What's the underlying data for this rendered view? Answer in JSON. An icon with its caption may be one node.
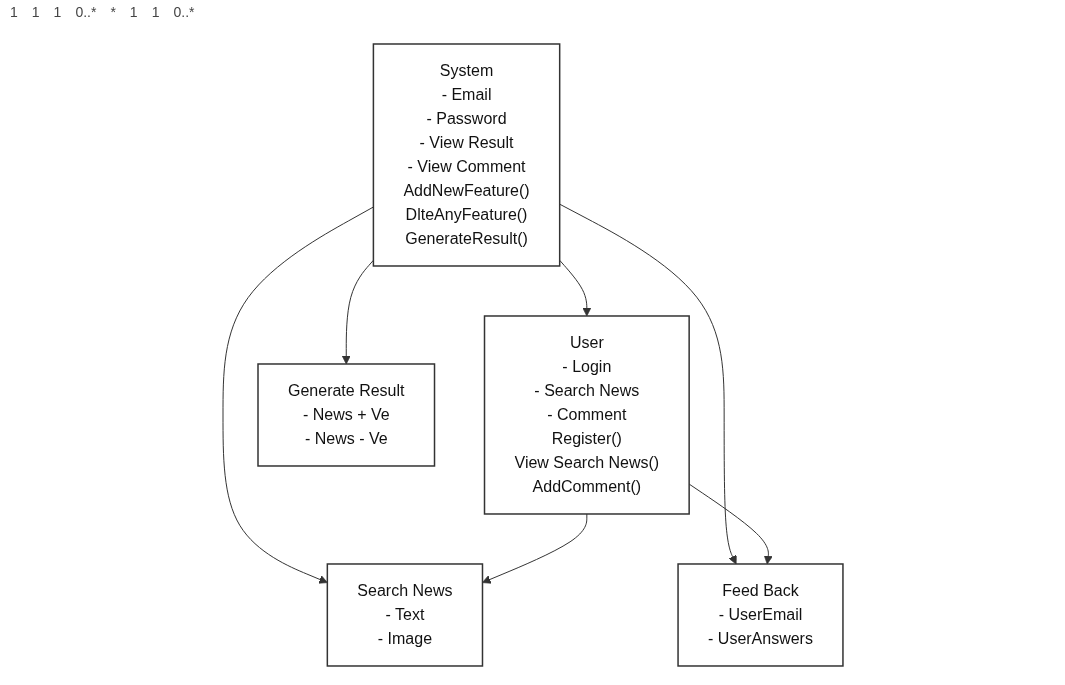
{
  "diagram": {
    "nodes": [
      {
        "text": [
          "System",
          "- Email",
          "- Password",
          "- View Result",
          "- View Comment",
          "AddNewFeature()",
          "DlteAnyFeature()",
          "GenerateResult()"
        ]
      },
      {
        "text": [
          "User",
          "- Login",
          "- Search News",
          "- Comment",
          "Register()",
          "View Search News()",
          "AddComment()"
        ]
      },
      {
        "text": [
          "Search News",
          "- Text",
          "- Image"
        ]
      },
      {
        "text": [
          "Generate Result",
          "- News + Ve",
          "- News - Ve"
        ]
      },
      {
        "text": [
          "Feed Back",
          "- UserEmail",
          "- UserAnswers"
        ]
      }
    ],
    "edges": [
      {
        "from": 0,
        "to": 1,
        "arrow": "to"
      },
      {
        "from": 0,
        "to": 2,
        "arrow": "to"
      },
      {
        "from": 1,
        "to": 2,
        "arrow": "to"
      },
      {
        "from": 0,
        "to": 3,
        "arrow": "to"
      },
      {
        "from": 0,
        "to": 4,
        "arrow": "to"
      },
      {
        "from": 1,
        "to": 4,
        "arrow": "to"
      }
    ],
    "labels": [
      "1",
      "1",
      "1",
      "0..*",
      "*",
      "1",
      "1",
      "0..*"
    ]
  }
}
